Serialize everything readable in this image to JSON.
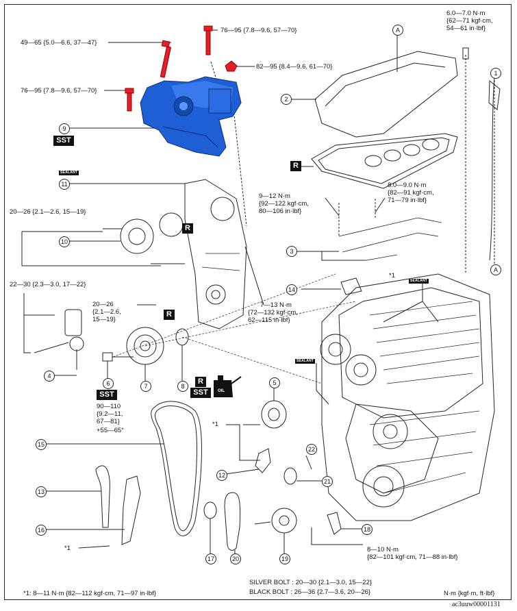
{
  "torque": {
    "t49": "49—65 {5.0—6.6, 37—47}",
    "t76a": "76—95 {7.8—9.6, 57—70}",
    "t82": "82—95 {8.4—9.6, 61—70}",
    "t76b": "76—95 {7.8—9.6, 57—70}",
    "t6_line1": "6.0—7.0 N·m",
    "t6_line2": "{62—71  kgf·cm,",
    "t6_line3": "54—61 in·lbf}",
    "t20a": "20—26 {2.1—2.6, 15—19}",
    "t9_line1": "9—12 N·m",
    "t9_line2": "{92—122 kgf·cm,",
    "t9_line3": "80—106 in·lbf}",
    "t8_line1": "8.0—9.0 N·m",
    "t8_line2": "{82—91 kgf·cm,",
    "t8_line3": "71—79 in·lbf}",
    "t22": "22—30 {2.3—3.0, 17—22}",
    "t20b_line1": "20—26",
    "t20b_line2": "{2.1—2.6,",
    "t20b_line3": "15—19}",
    "t7_line1": "7—13 N·m",
    "t7_line2": "{72—132 kgf·cm,",
    "t7_line3": "62—115 in·lbf}",
    "t90_line1": "90—110",
    "t90_line2": "{9.2—11,",
    "t90_line3": "67—81}",
    "t90_line4": "+55—65°",
    "t8b_line1": "8—10 N·m",
    "t8b_line2": "{82—101 kgf·cm, 71—88 in·lbf}",
    "silver": "SILVER BOLT : 20—30 {2.1—3.0, 15—22}",
    "black": "BLACK BOLT : 26—36 {2.7—3.6, 20—26}",
    "footnote": "*1: 8—11 N·m {82—112 kgf·cm, 71—97 in·lbf}",
    "units": "N·m {kgf·m, ft·lbf}"
  },
  "markers": {
    "star1": "*1",
    "circle_a": "A",
    "sst": "SST",
    "r": "R",
    "sealant": "SEALANT",
    "oil": "OIL"
  },
  "callouts": [
    "1",
    "2",
    "3",
    "4",
    "5",
    "6",
    "7",
    "8",
    "9",
    "10",
    "11",
    "12",
    "13",
    "14",
    "15",
    "16",
    "17",
    "18",
    "19",
    "20",
    "21",
    "22"
  ],
  "code": "ac3uuw00001131",
  "colors": {
    "highlight_blue": "#1f5fd6",
    "bolt_red": "#e0202a",
    "ink": "#111111"
  }
}
